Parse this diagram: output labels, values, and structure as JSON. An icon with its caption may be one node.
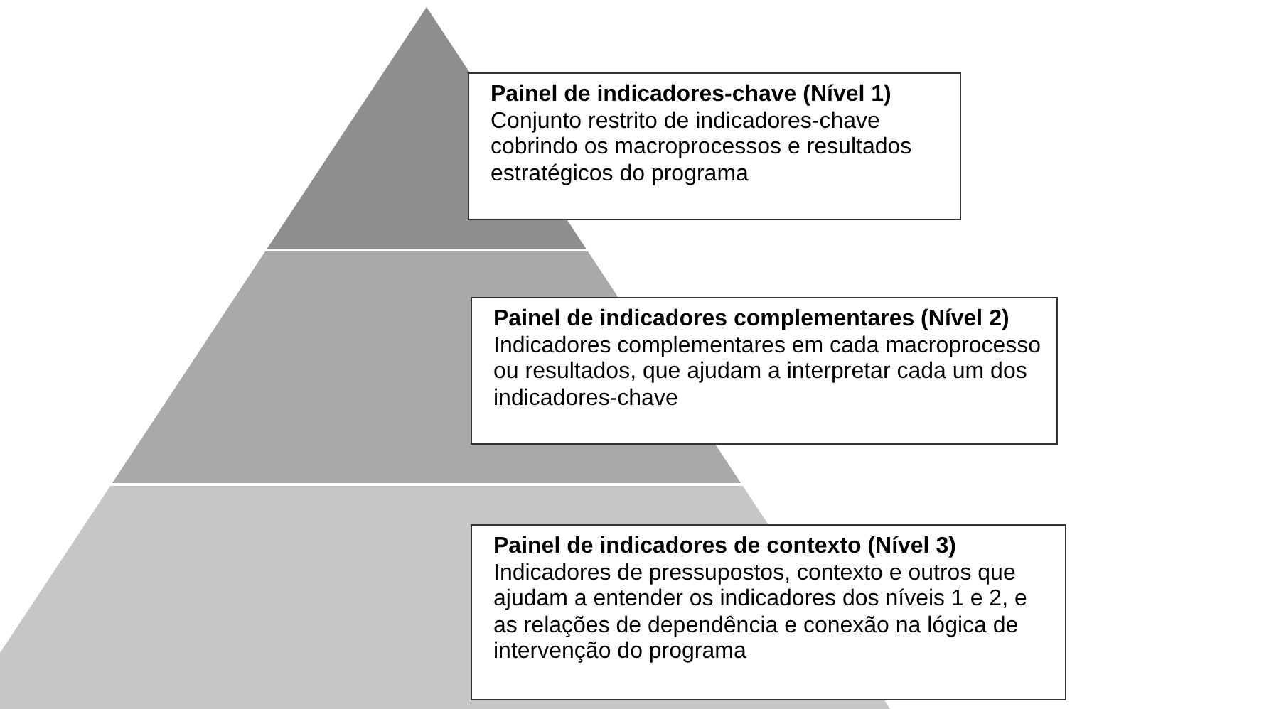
{
  "diagram": {
    "nodes": [
      {
        "text": [
          "Painel de indicadores-chave (Nível 1)",
          "Conjunto restrito de indicadores-chave cobrindo os macroprocessos e resultados estratégicos do programa"
        ]
      },
      {
        "text": [
          "Painel de indicadores complementares (Nível 2)",
          "Indicadores complementares em cada macroprocesso ou resultados, que ajudam a interpretar cada um dos indicadores-chave"
        ]
      },
      {
        "text": [
          "Painel de indicadores de contexto (Nível 3)",
          "Indicadores de pressupostos, contexto e outros que ajudam a entender os indicadores dos níveis 1 e 2, e as relações de dependência e conexão na lógica de intervenção do programa"
        ]
      }
    ]
  }
}
